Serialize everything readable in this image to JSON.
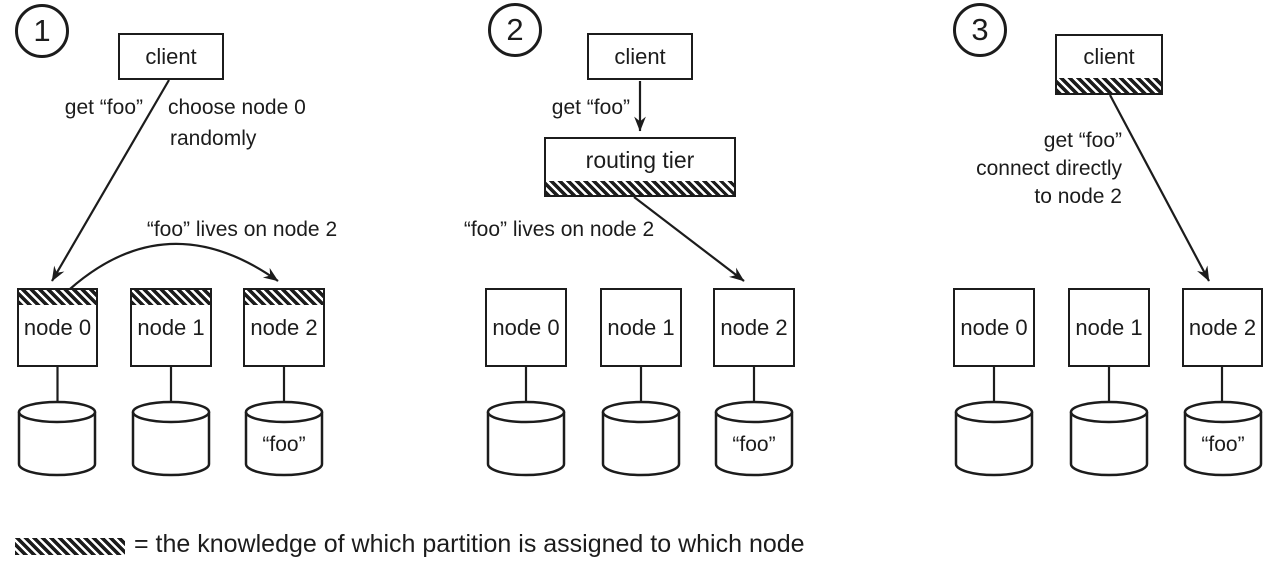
{
  "colors": {
    "ink": "#1c1c1c",
    "background": "#ffffff"
  },
  "legend": {
    "text": "= the knowledge of which partition is assigned to which node"
  },
  "panels": [
    {
      "number": "1",
      "client": "client",
      "request_label": "get “foo”",
      "note_line1": "choose node 0",
      "note_line2": "randomly",
      "routing_label": "“foo” lives on node 2",
      "nodes": [
        {
          "label": "node 0"
        },
        {
          "label": "node 1"
        },
        {
          "label": "node 2"
        }
      ],
      "db_content": "“foo”"
    },
    {
      "number": "2",
      "client": "client",
      "request_label": "get “foo”",
      "router": "routing tier",
      "routing_label": "“foo” lives on node 2",
      "nodes": [
        {
          "label": "node 0"
        },
        {
          "label": "node 1"
        },
        {
          "label": "node 2"
        }
      ],
      "db_content": "“foo”"
    },
    {
      "number": "3",
      "client": "client",
      "request_line1": "get “foo”",
      "request_line2": "connect directly",
      "request_line3": "to node 2",
      "nodes": [
        {
          "label": "node 0"
        },
        {
          "label": "node 1"
        },
        {
          "label": "node 2"
        }
      ],
      "db_content": "“foo”"
    }
  ]
}
